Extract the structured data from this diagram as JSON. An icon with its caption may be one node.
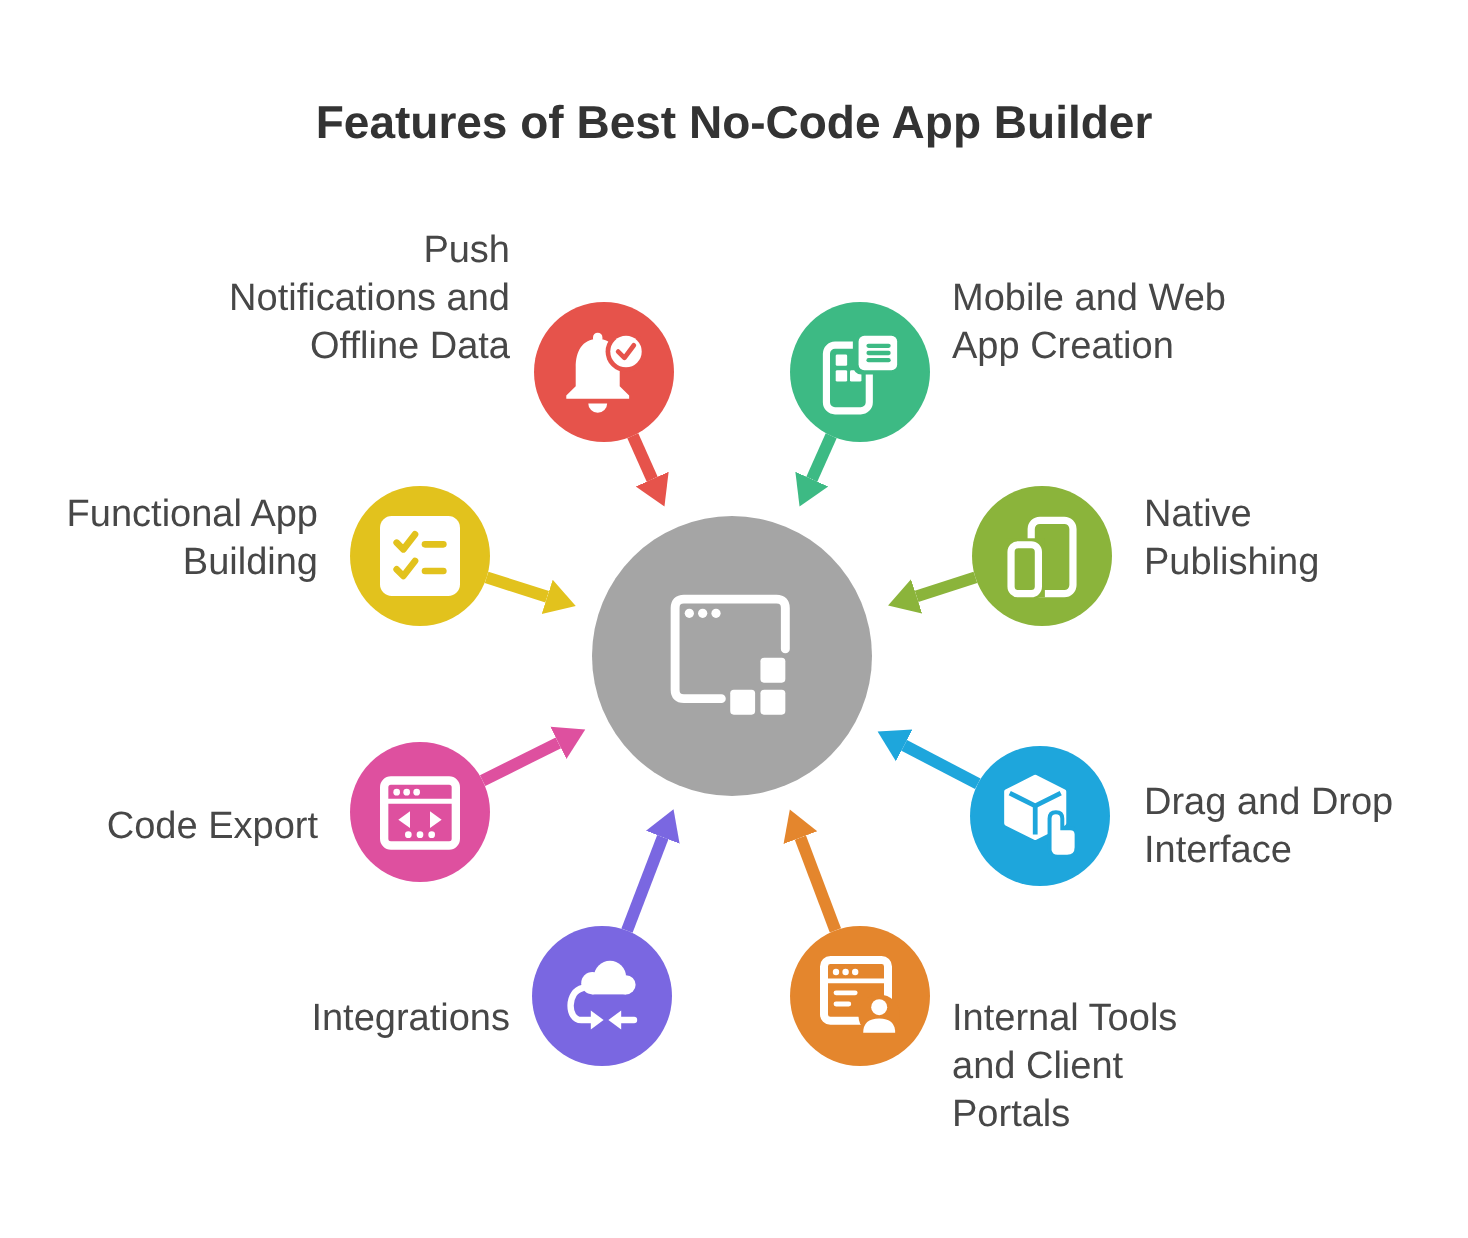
{
  "diagram": {
    "title": "Features of Best No-Code App Builder",
    "nodes": [
      {
        "text": [
          "Push Notifications and Offline Data"
        ]
      },
      {
        "text": [
          "Mobile and Web App Creation"
        ]
      },
      {
        "text": [
          "Functional App Building"
        ]
      },
      {
        "text": [
          "Native Publishing"
        ]
      },
      {
        "text": [],
        "shape": "circle"
      },
      {
        "text": [
          "Code Export"
        ]
      },
      {
        "text": [
          "Drag and Drop Interface"
        ]
      },
      {
        "text": [
          "Integrations"
        ]
      },
      {
        "text": [
          "Internal Tools and Client Portals"
        ]
      }
    ],
    "edges": [
      {
        "from": 0,
        "to": 4,
        "arrow": "to",
        "color": "#e6534b"
      },
      {
        "from": 1,
        "to": 4,
        "arrow": "to",
        "color": "#3dba84"
      },
      {
        "from": 2,
        "to": 4,
        "arrow": "to",
        "color": "#e2c21d"
      },
      {
        "from": 3,
        "to": 4,
        "arrow": "to",
        "color": "#8bb43b"
      },
      {
        "from": 5,
        "to": 4,
        "arrow": "to",
        "color": "#de509f"
      },
      {
        "from": 6,
        "to": 4,
        "arrow": "to",
        "color": "#1ea6dc"
      },
      {
        "from": 7,
        "to": 4,
        "arrow": "to",
        "color": "#7a67e1"
      },
      {
        "from": 8,
        "to": 4,
        "arrow": "to",
        "color": "#e4862d"
      }
    ]
  }
}
